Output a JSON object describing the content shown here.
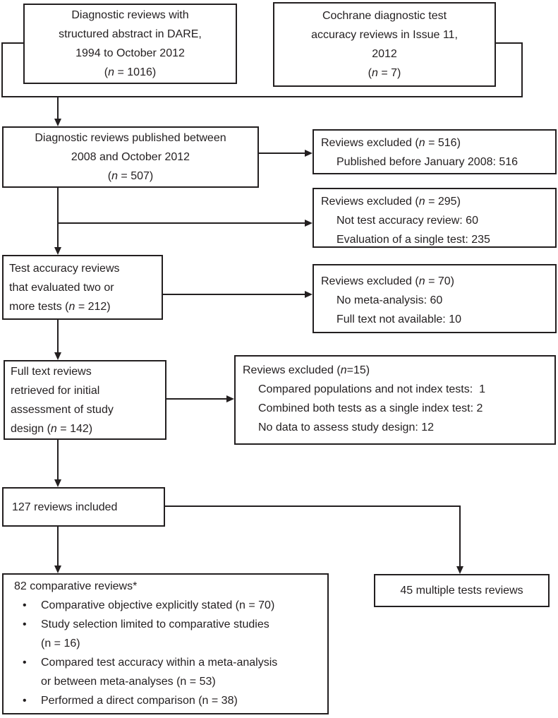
{
  "ui": {
    "bullet": "•",
    "ink_color": "#231f20",
    "box_bg": "#ffffff"
  },
  "boxes": {
    "dare": {
      "lines": [
        "Diagnostic reviews with",
        "structured abstract in DARE,",
        "1994 to October 2012"
      ],
      "n": {
        "pre": "(",
        "it": "n",
        "post": " = 1016)"
      }
    },
    "cochrane": {
      "lines": [
        "Cochrane diagnostic test",
        "accuracy reviews in Issue 11,",
        "2012"
      ],
      "n": {
        "pre": "(",
        "it": "n",
        "post": " = 7)"
      }
    },
    "published": {
      "lines": [
        "Diagnostic reviews published between",
        "2008 and October 2012"
      ],
      "n": {
        "pre": "(",
        "it": "n",
        "post": " = 507)"
      }
    },
    "excl_516": {
      "title": {
        "pre": "Reviews excluded (",
        "it": "n",
        "post": " = 516)"
      },
      "items": [
        "Published before January 2008: 516"
      ]
    },
    "excl_295": {
      "title": {
        "pre": "Reviews excluded (",
        "it": "n",
        "post": " = 295)"
      },
      "items": [
        "Not test accuracy review: 60",
        "Evaluation of a single test: 235"
      ]
    },
    "two_or_more": {
      "lines": [
        "Test accuracy reviews",
        "that evaluated two or"
      ],
      "n": {
        "pre": "more tests (",
        "it": "n",
        "post": " = 212)"
      }
    },
    "excl_70": {
      "title": {
        "pre": "Reviews excluded (",
        "it": "n",
        "post": " = 70)"
      },
      "items": [
        "No meta-analysis: 60",
        "Full text not available: 10"
      ]
    },
    "full_text": {
      "lines": [
        "Full text reviews",
        "retrieved for initial",
        "assessment of study"
      ],
      "n": {
        "pre": "design (",
        "it": "n",
        "post": " = 142)"
      }
    },
    "excl_15": {
      "title": {
        "pre": "Reviews excluded (",
        "it": "n",
        "post": "=15)"
      },
      "items": [
        "Compared populations and not index tests:  1",
        "Combined both tests as a single index test: 2",
        "No data to assess study design: 12"
      ]
    },
    "included": {
      "label": "127 reviews included"
    },
    "comparative": {
      "title": "82 comparative reviews*",
      "bullets": [
        {
          "lines": [
            "Comparative objective explicitly stated (n = 70)",
            ""
          ]
        },
        {
          "lines": [
            "Study selection limited to comparative studies",
            "(n = 16)"
          ]
        },
        {
          "lines": [
            "Compared test accuracy within a meta-analysis",
            "or between meta-analyses (n = 53)"
          ]
        },
        {
          "lines": [
            "Performed a direct comparison (n = 38)",
            ""
          ]
        }
      ]
    },
    "multiple": {
      "label": "45 multiple tests reviews"
    }
  }
}
